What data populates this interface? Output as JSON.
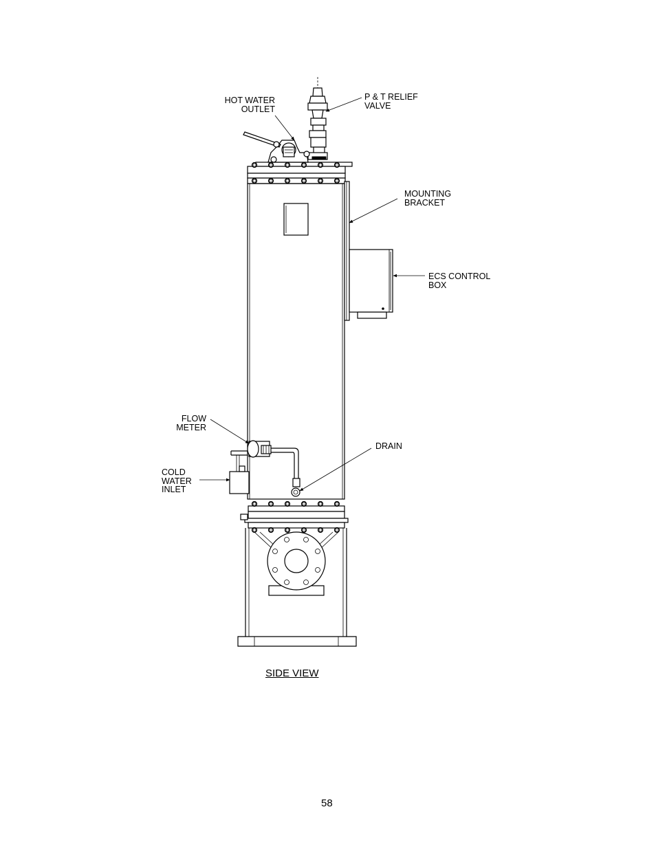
{
  "labels": {
    "hot_water_outlet": "HOT WATER\nOUTLET",
    "pt_relief_valve": "P & T RELIEF\nVALVE",
    "mounting_bracket": "MOUNTING\nBRACKET",
    "ecs_control_box": "ECS CONTROL\nBOX",
    "flow_meter": "FLOW\nMETER",
    "drain": "DRAIN",
    "cold_water_inlet": "COLD\nWATER\nINLET"
  },
  "caption": "SIDE VIEW",
  "page_number": "58"
}
